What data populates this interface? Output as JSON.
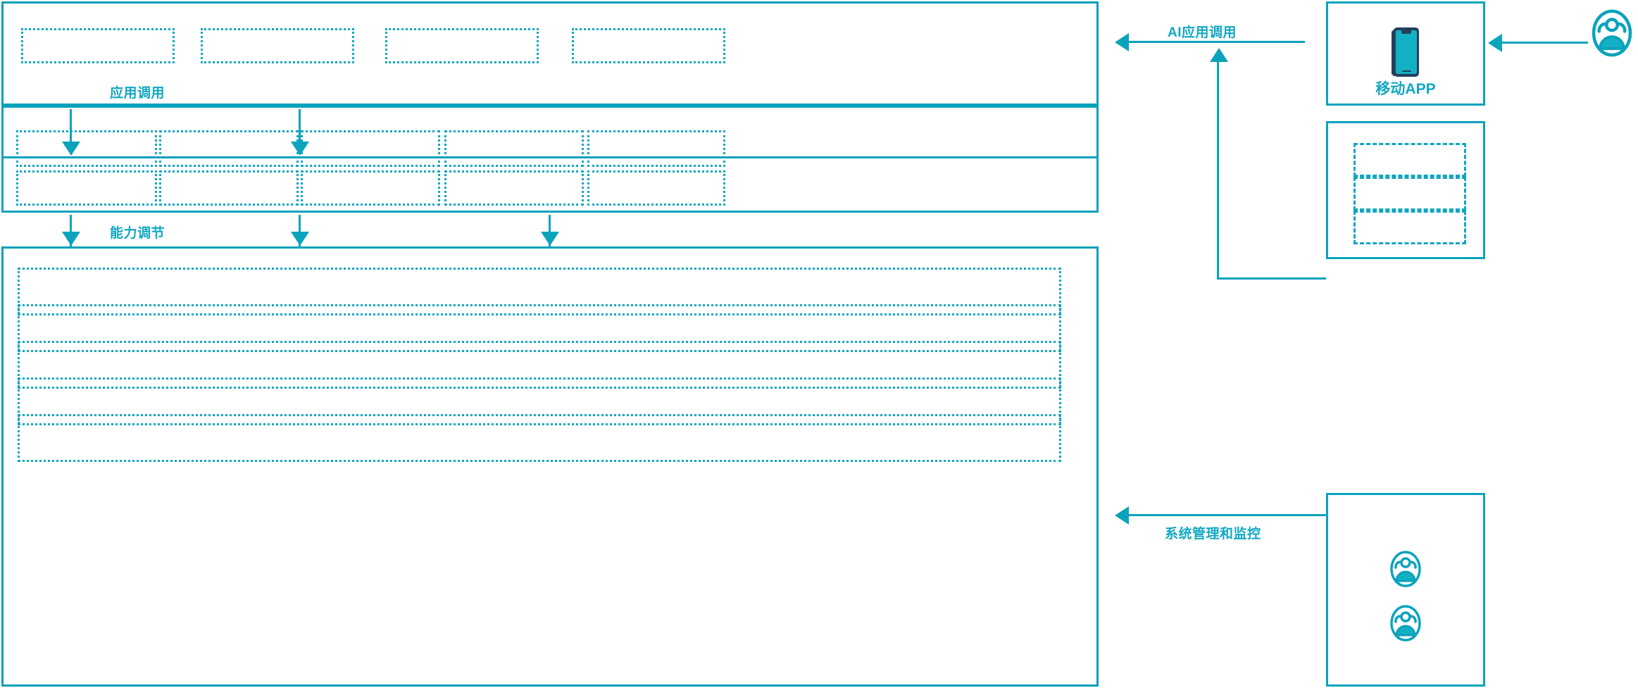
{
  "theme": {
    "accent": "#0BA3BC",
    "accent_light": "#0FA7C0",
    "label_color": "#12A8C2",
    "phone_frame": "#24405C",
    "phone_screen": "#13B0C4",
    "background": "#FFFFFF"
  },
  "flow_labels": {
    "app_call": "应用调用",
    "capability_adjust": "能力调节",
    "ai_app_call": "AI应用调用",
    "system_mgmt_monitor": "系统管理和监控"
  },
  "layers": {
    "application_layer": {
      "name": "application-layer",
      "slots": [
        "",
        "",
        "",
        ""
      ]
    },
    "capability_layer": {
      "name": "capability-layer",
      "columns": [
        {
          "top": "",
          "bottom": ""
        },
        {
          "top": "",
          "bottom": ""
        },
        {
          "top": "",
          "bottom": ""
        },
        {
          "top": "",
          "bottom": ""
        },
        {
          "top": "",
          "bottom": ""
        }
      ]
    },
    "infrastructure_layer": {
      "name": "infrastructure-layer",
      "rows": [
        "",
        "",
        "",
        "",
        ""
      ]
    }
  },
  "right_column": {
    "mobile_app_card": {
      "label": "移动APP",
      "icon": "mobile-phone-icon"
    },
    "stacked_card": {
      "slots": [
        "",
        "",
        ""
      ]
    },
    "operators_card": {
      "icons": [
        "user-group-icon",
        "user-group-icon"
      ]
    },
    "external_user": {
      "icon": "user-group-icon"
    }
  }
}
